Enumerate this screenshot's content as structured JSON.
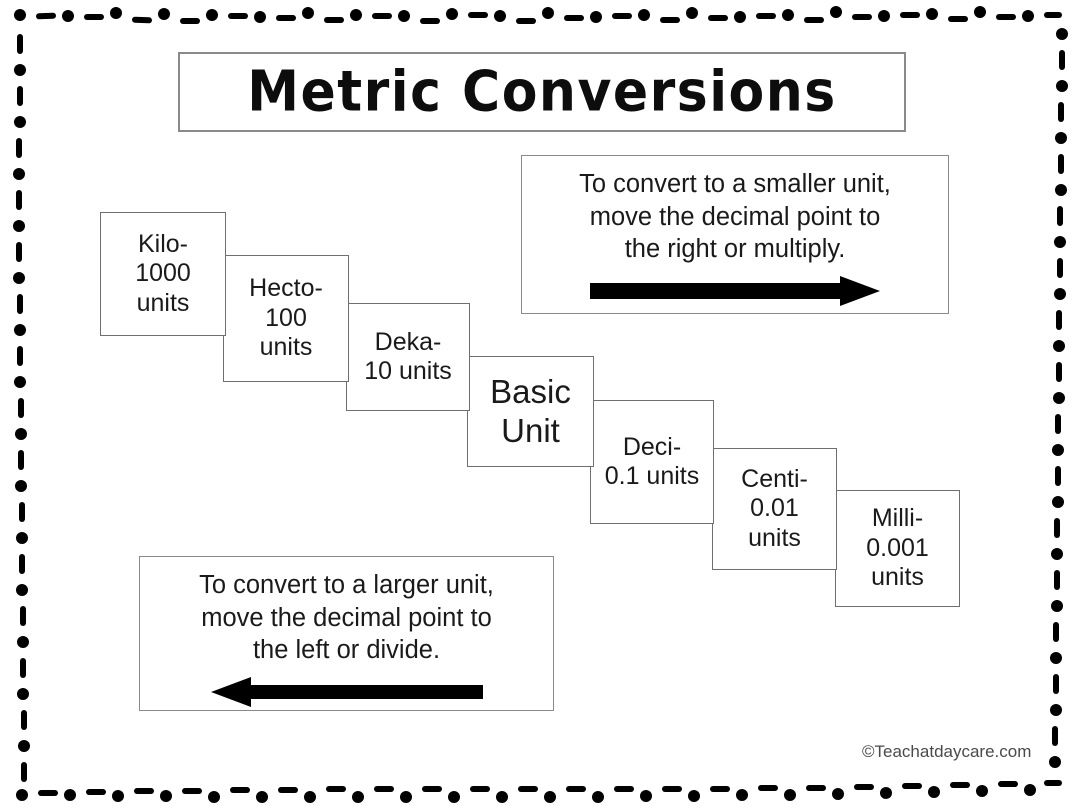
{
  "poster": {
    "title": "Metric Conversions",
    "credit": "©Teachatdaycare.com",
    "border_style": "hand-drawn dotted dashed frame",
    "ink_color": "#1a1a1a",
    "background_color": "#ffffff"
  },
  "staircase": {
    "steps": [
      {
        "name": "kilo",
        "line1": "Kilo-",
        "line2": "1000",
        "line3": "units"
      },
      {
        "name": "hecto",
        "line1": "Hecto-",
        "line2": "100",
        "line3": "units"
      },
      {
        "name": "deka",
        "line1": "Deka-",
        "line2": "10 units",
        "line3": ""
      },
      {
        "name": "basic",
        "line1": "Basic",
        "line2": "Unit",
        "line3": ""
      },
      {
        "name": "deci",
        "line1": "Deci-",
        "line2": "0.1 units",
        "line3": ""
      },
      {
        "name": "centi",
        "line1": "Centi-",
        "line2": "0.01",
        "line3": "units"
      },
      {
        "name": "milli",
        "line1": "Milli-",
        "line2": "0.001",
        "line3": "units"
      }
    ]
  },
  "callouts": {
    "smaller": {
      "line1": "To convert to a smaller unit,",
      "line2": "move the decimal point to",
      "line3": "the right or multiply.",
      "arrow_direction": "right",
      "arrow_color": "#000000"
    },
    "larger": {
      "line1": "To convert to a larger unit,",
      "line2": "move the decimal point to",
      "line3": "the left or divide.",
      "arrow_direction": "left",
      "arrow_color": "#000000"
    }
  }
}
